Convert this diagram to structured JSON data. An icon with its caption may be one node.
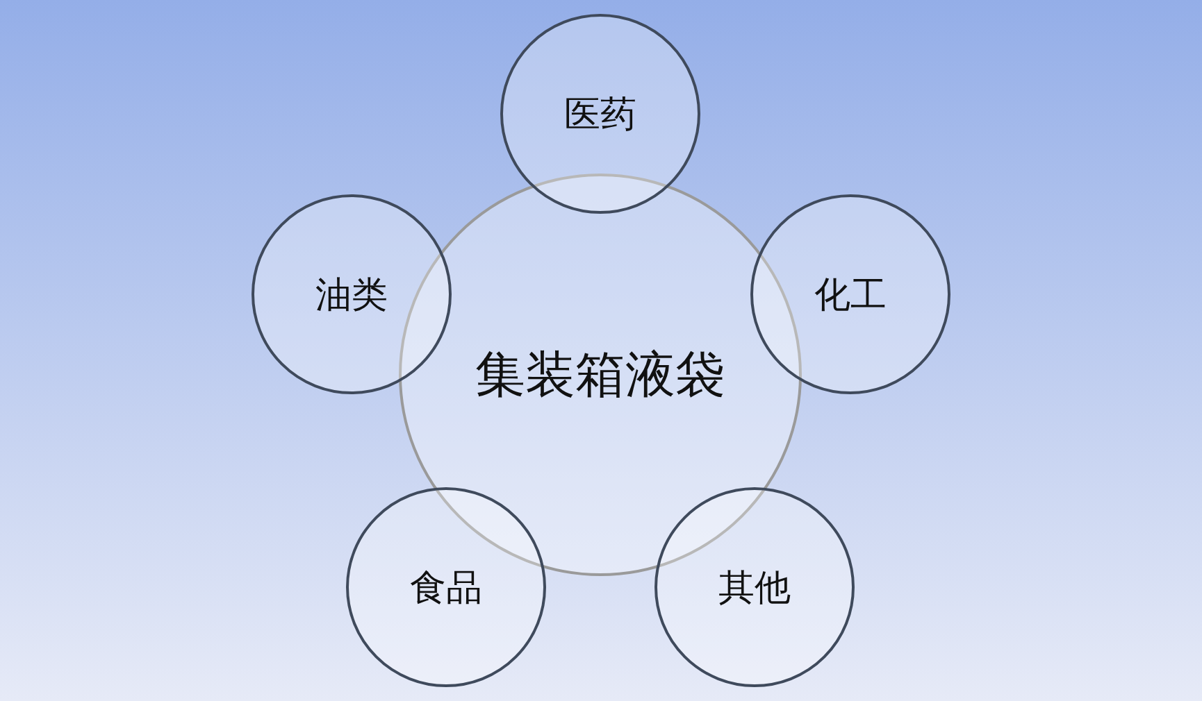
{
  "diagram": {
    "nodes": [
      {
        "text": [
          "集装箱液袋"
        ]
      },
      {
        "text": [
          "医药"
        ]
      },
      {
        "text": [
          "化工"
        ]
      },
      {
        "text": [
          "其他"
        ]
      },
      {
        "text": [
          "食品"
        ]
      },
      {
        "text": [
          "油类"
        ]
      }
    ]
  }
}
